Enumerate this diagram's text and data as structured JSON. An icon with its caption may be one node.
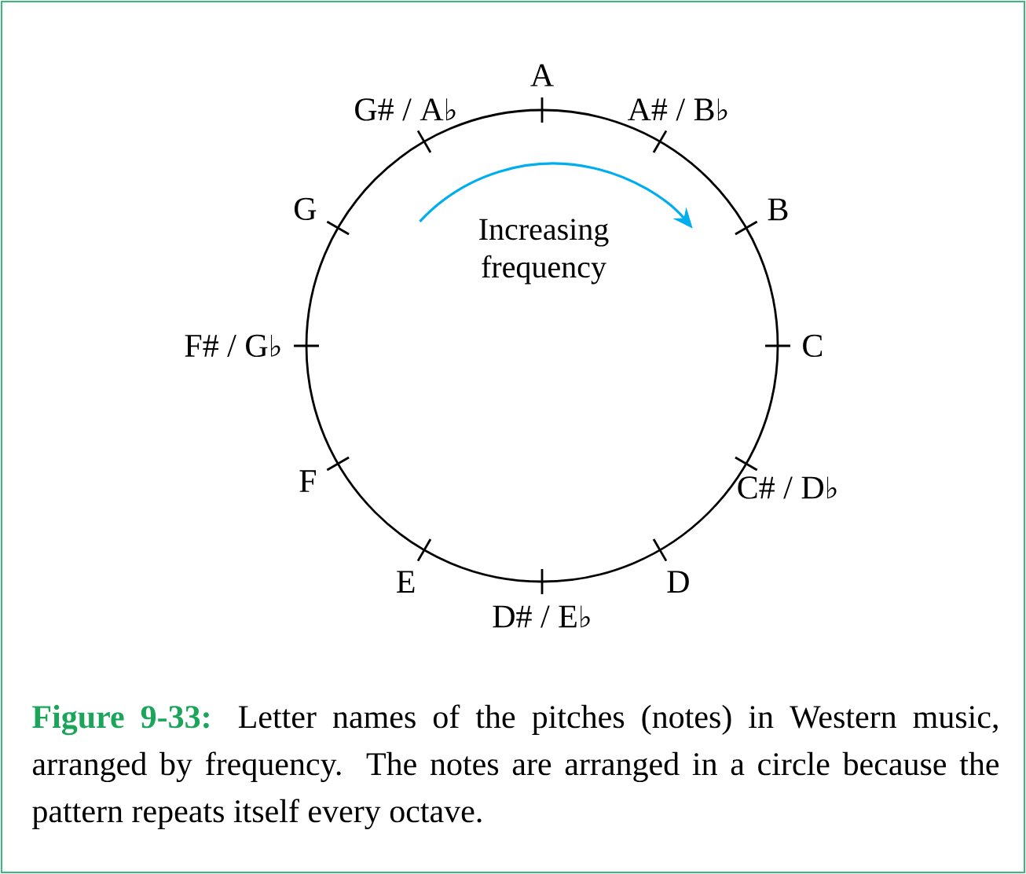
{
  "diagram": {
    "caption": "**Figure 9-33:** Letter names of the pitches (notes) in Western music, arranged by frequency. The notes are arranged in a circle because the pattern repeats itself every octave.",
    "labels": [
      "A",
      "A# / B♭",
      "B",
      "C",
      "C# / D♭",
      "D",
      "D# / E♭",
      "E",
      "F",
      "F# / G♭",
      "G",
      "G# / A♭",
      "Increasing frequency"
    ]
  }
}
